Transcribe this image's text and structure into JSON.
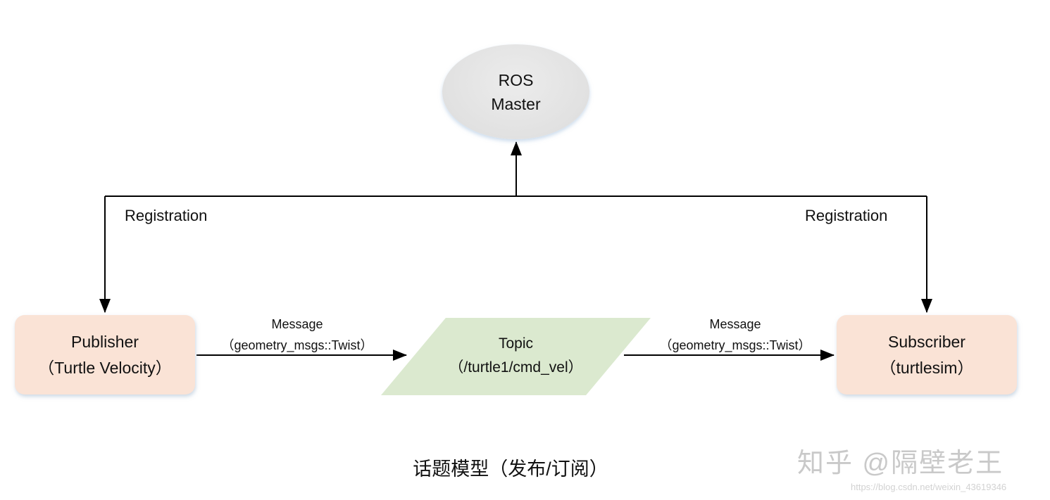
{
  "nodes": {
    "master": {
      "line1": "ROS",
      "line2": "Master"
    },
    "publisher": {
      "line1": "Publisher",
      "line2": "（Turtle Velocity）"
    },
    "topic": {
      "line1": "Topic",
      "line2": "（/turtle1/cmd_vel）"
    },
    "subscriber": {
      "line1": "Subscriber",
      "line2": "（turtlesim）"
    }
  },
  "edges": {
    "registration_left": "Registration",
    "registration_right": "Registration",
    "message_left": {
      "line1": "Message",
      "line2": "（geometry_msgs::Twist）"
    },
    "message_right": {
      "line1": "Message",
      "line2": "（geometry_msgs::Twist）"
    }
  },
  "caption": "话题模型（发布/订阅）",
  "watermark": "知乎 @隔壁老王",
  "source_url": "https://blog.csdn.net/weixin_43619346",
  "colors": {
    "master_fill": "#e3e3e3",
    "endpoint_fill": "#fae3d6",
    "topic_fill": "#dbe9cf",
    "line": "#000000"
  }
}
